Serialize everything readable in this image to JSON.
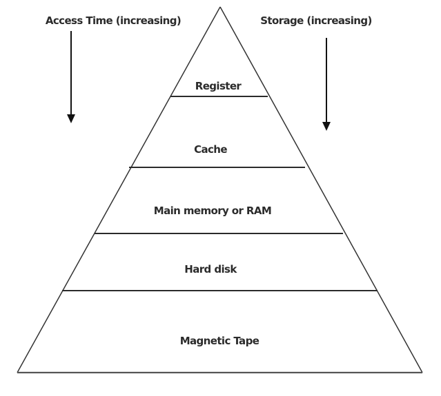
{
  "diagram": {
    "title": "Memory Hierarchy",
    "left_annotation": {
      "label": "Access Time (increasing)",
      "direction": "down",
      "icon": "arrow-down-icon"
    },
    "right_annotation": {
      "label": "Storage (increasing)",
      "direction": "down",
      "icon": "arrow-down-icon"
    },
    "levels": [
      {
        "label": "Register"
      },
      {
        "label": "Cache"
      },
      {
        "label": "Main memory or RAM"
      },
      {
        "label": "Hard disk"
      },
      {
        "label": "Magnetic Tape"
      }
    ],
    "colors": {
      "line": "#333333",
      "text": "#2b2b2b",
      "background": "#ffffff"
    }
  }
}
